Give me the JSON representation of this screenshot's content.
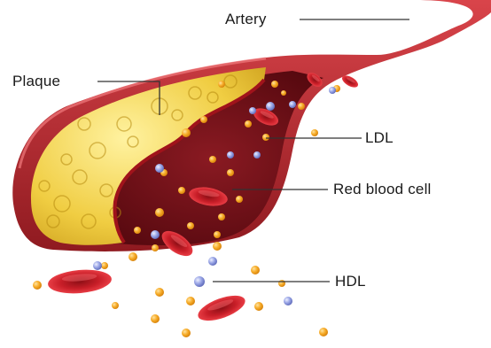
{
  "labels": {
    "artery": "Artery",
    "plaque": "Plaque",
    "ldl": "LDL",
    "red_blood_cell": "Red blood cell",
    "hdl": "HDL"
  },
  "colors": {
    "artery_wall": "#b5242c",
    "lumen": "#6e0d14",
    "plaque": "#f3d24a",
    "ldl": "#f4a21c",
    "hdl": "#7f8ed6",
    "red_blood_cell": "#d4222b",
    "leader_line": "#333333"
  },
  "icons": [
    "ldl-particle-icon",
    "hdl-particle-icon",
    "red-blood-cell-icon"
  ]
}
